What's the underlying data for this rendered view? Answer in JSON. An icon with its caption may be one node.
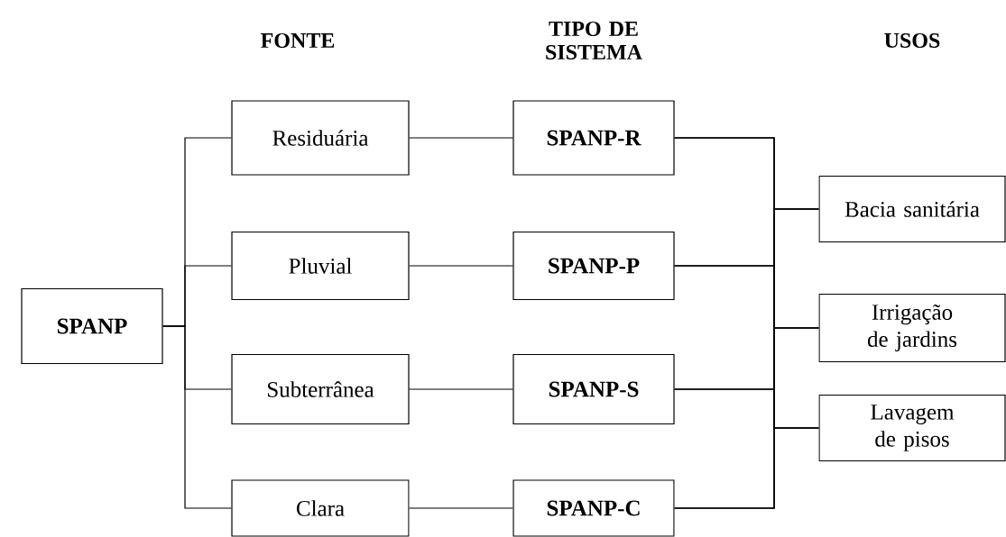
{
  "diagram": {
    "nodes": [
      {
        "text": [
          "SPANP"
        ]
      },
      {
        "text": [
          "Residuária"
        ]
      },
      {
        "text": [
          "Pluvial"
        ]
      },
      {
        "text": [
          "Subterrânea"
        ]
      },
      {
        "text": [
          "Clara"
        ]
      },
      {
        "text": [
          "SPANP-R"
        ]
      },
      {
        "text": [
          "SPANP-P"
        ]
      },
      {
        "text": [
          "SPANP-S"
        ]
      },
      {
        "text": [
          "SPANP-C"
        ]
      },
      {
        "text": [
          "Bacia sanitária"
        ]
      },
      {
        "text": [
          "Irrigação de jardins"
        ]
      },
      {
        "text": [
          "Lavagem de pisos"
        ]
      }
    ],
    "edges": [
      {
        "from": 0,
        "to": 1,
        "arrow": "none"
      },
      {
        "from": 0,
        "to": 2,
        "arrow": "none"
      },
      {
        "from": 0,
        "to": 3,
        "arrow": "none"
      },
      {
        "from": 0,
        "to": 4,
        "arrow": "none"
      },
      {
        "from": 1,
        "to": 5,
        "arrow": "none"
      },
      {
        "from": 2,
        "to": 6,
        "arrow": "none"
      },
      {
        "from": 3,
        "to": 7,
        "arrow": "none"
      },
      {
        "from": 4,
        "to": 8,
        "arrow": "none"
      },
      {
        "from": 5,
        "to": 9,
        "arrow": "none"
      },
      {
        "from": 5,
        "to": 10,
        "arrow": "none"
      },
      {
        "from": 5,
        "to": 11,
        "arrow": "none"
      },
      {
        "from": 6,
        "to": 9,
        "arrow": "none"
      },
      {
        "from": 6,
        "to": 10,
        "arrow": "none"
      },
      {
        "from": 6,
        "to": 11,
        "arrow": "none"
      },
      {
        "from": 7,
        "to": 9,
        "arrow": "none"
      },
      {
        "from": 7,
        "to": 10,
        "arrow": "none"
      },
      {
        "from": 7,
        "to": 11,
        "arrow": "none"
      },
      {
        "from": 8,
        "to": 9,
        "arrow": "none"
      },
      {
        "from": 8,
        "to": 10,
        "arrow": "none"
      },
      {
        "from": 8,
        "to": 11,
        "arrow": "none"
      }
    ],
    "labels": [
      "FONTE",
      "TIPO DE SISTEMA",
      "USOS"
    ]
  }
}
